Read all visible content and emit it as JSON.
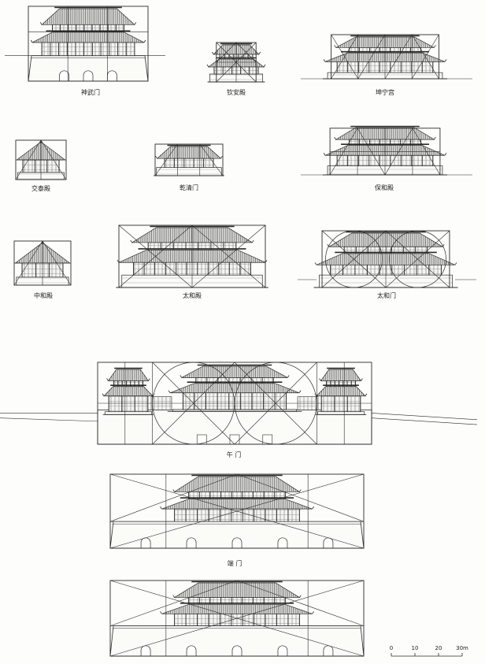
{
  "elevations": [
    {
      "id": "shenwumen",
      "name": "神武门"
    },
    {
      "id": "qinandian",
      "name": "钦安殿"
    },
    {
      "id": "kunninggong",
      "name": "坤宁宫"
    },
    {
      "id": "jiaotaidian",
      "name": "交泰殿"
    },
    {
      "id": "qianqingmen",
      "name": "乾清门"
    },
    {
      "id": "baohedian",
      "name": "保和殿"
    },
    {
      "id": "zhonghedian",
      "name": "中和殿"
    },
    {
      "id": "taihedian",
      "name": "太和殿"
    },
    {
      "id": "taihemen",
      "name": "太和门"
    },
    {
      "id": "wumen",
      "name": "午 门"
    },
    {
      "id": "duanmen",
      "name": "端 门"
    },
    {
      "id": "tiananmen",
      "name": ""
    }
  ],
  "scale_bar": {
    "ticks": [
      "0",
      "10",
      "20",
      "30m"
    ]
  },
  "colors": {
    "ink": "#2a2a2a",
    "roof": "#555555",
    "paper": "#fdfdfb"
  }
}
